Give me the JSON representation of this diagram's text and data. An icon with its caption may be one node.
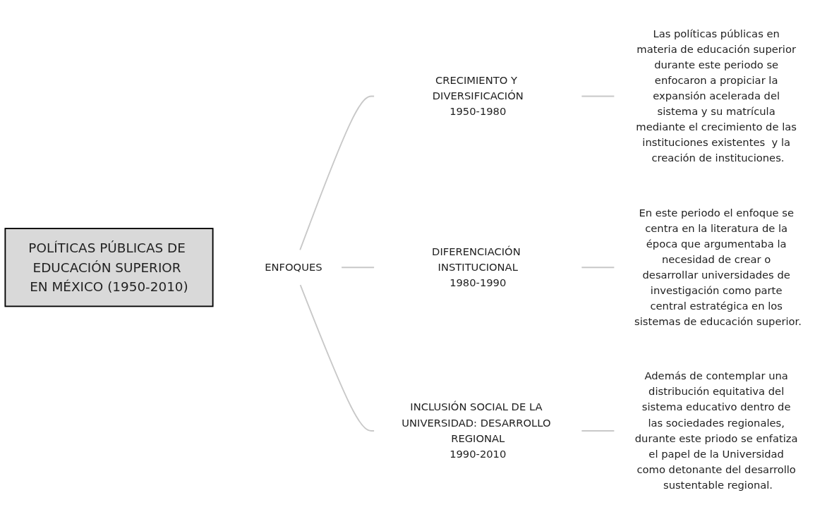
{
  "diagram": {
    "nodes": [
      {
        "text": [
          "POLÍTICAS PÚBLICAS DE EDUCACIÓN SUPERIOR EN MÉXICO (1950-2010)"
        ]
      },
      {
        "text": [
          "ENFOQUES"
        ]
      },
      {
        "text": [
          "CRECIMIENTO Y DIVERSIFICACIÓN",
          "1950-1980"
        ]
      },
      {
        "text": [
          "Las políticas públicas en materia de educación superior durante este periodo se enfocaron a propiciar la expansión acelerada del sistema y su matrícula mediante el crecimiento de las instituciones existentes  y la creación de instituciones."
        ]
      },
      {
        "text": [
          "DIFERENCIACIÓN INSTITUCIONAL",
          "1980-1990"
        ]
      },
      {
        "text": [
          "En este periodo el enfoque se centra en la literatura de la época que argumentaba la necesidad de crear o desarrollar universidades de investigación como parte central estratégica en los sistemas de educación superior."
        ]
      },
      {
        "text": [
          "INCLUSIÓN SOCIAL DE LA UNIVERSIDAD: DESARROLLO REGIONAL",
          "1990-2010"
        ]
      },
      {
        "text": [
          "Además de contemplar una distribución equitativa del sistema educativo dentro de las sociedades regionales, durante este priodo se enfatiza el papel de la Universidad como detonante del desarrollo sustentable regional."
        ]
      }
    ],
    "edges": [
      {
        "from": 1,
        "to": 2,
        "arrow": "none"
      },
      {
        "from": 1,
        "to": 4,
        "arrow": "none"
      },
      {
        "from": 1,
        "to": 6,
        "arrow": "none"
      },
      {
        "from": 2,
        "to": 3,
        "arrow": "none"
      },
      {
        "from": 4,
        "to": 5,
        "arrow": "none"
      },
      {
        "from": 6,
        "to": 7,
        "arrow": "none"
      }
    ]
  }
}
